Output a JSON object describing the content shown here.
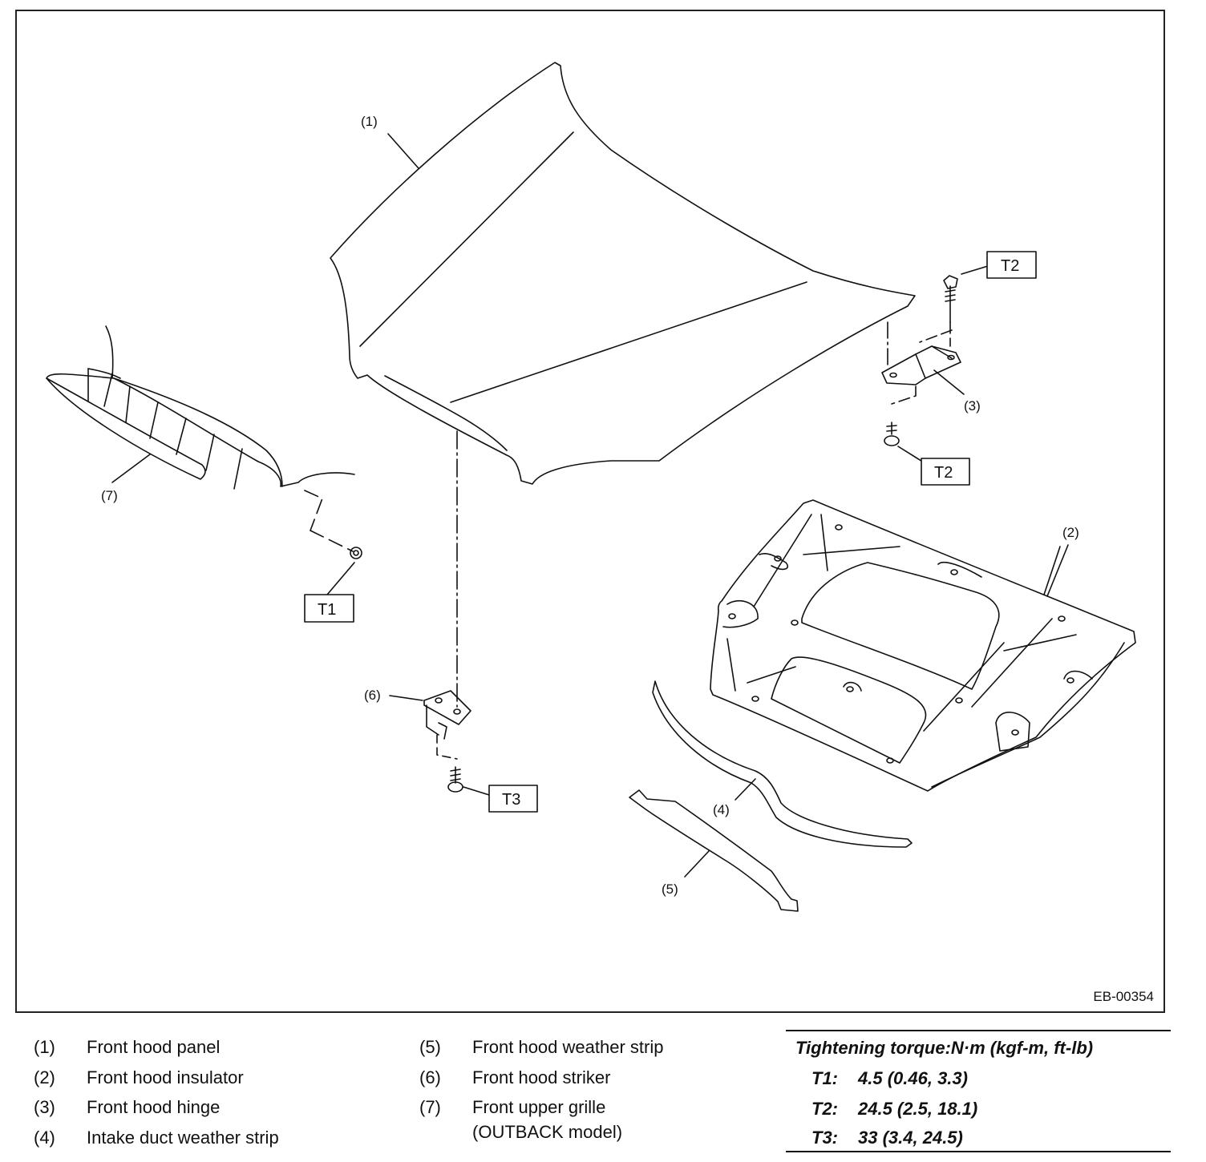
{
  "figure_id": "EB-00354",
  "callouts": {
    "c1": "(1)",
    "c2": "(2)",
    "c3": "(3)",
    "c4": "(4)",
    "c5": "(5)",
    "c6": "(6)",
    "c7": "(7)",
    "t1": "T1",
    "t2a": "T2",
    "t2b": "T2",
    "t3": "T3"
  },
  "legend": [
    {
      "num": "(1)",
      "text": "Front hood panel"
    },
    {
      "num": "(2)",
      "text": "Front hood insulator"
    },
    {
      "num": "(3)",
      "text": "Front hood hinge"
    },
    {
      "num": "(4)",
      "text": "Intake duct weather strip"
    },
    {
      "num": "(5)",
      "text": "Front hood weather strip"
    },
    {
      "num": "(6)",
      "text": "Front hood striker"
    },
    {
      "num": "(7)",
      "text": "Front upper grille",
      "text2": "(OUTBACK model)"
    }
  ],
  "torque": {
    "header": "Tightening torque:N·m (kgf-m, ft-lb)",
    "rows": [
      {
        "key": "T1:",
        "value": "4.5 (0.46, 3.3)"
      },
      {
        "key": "T2:",
        "value": "24.5 (2.5, 18.1)"
      },
      {
        "key": "T3:",
        "value": "33 (3.4, 24.5)"
      }
    ]
  }
}
